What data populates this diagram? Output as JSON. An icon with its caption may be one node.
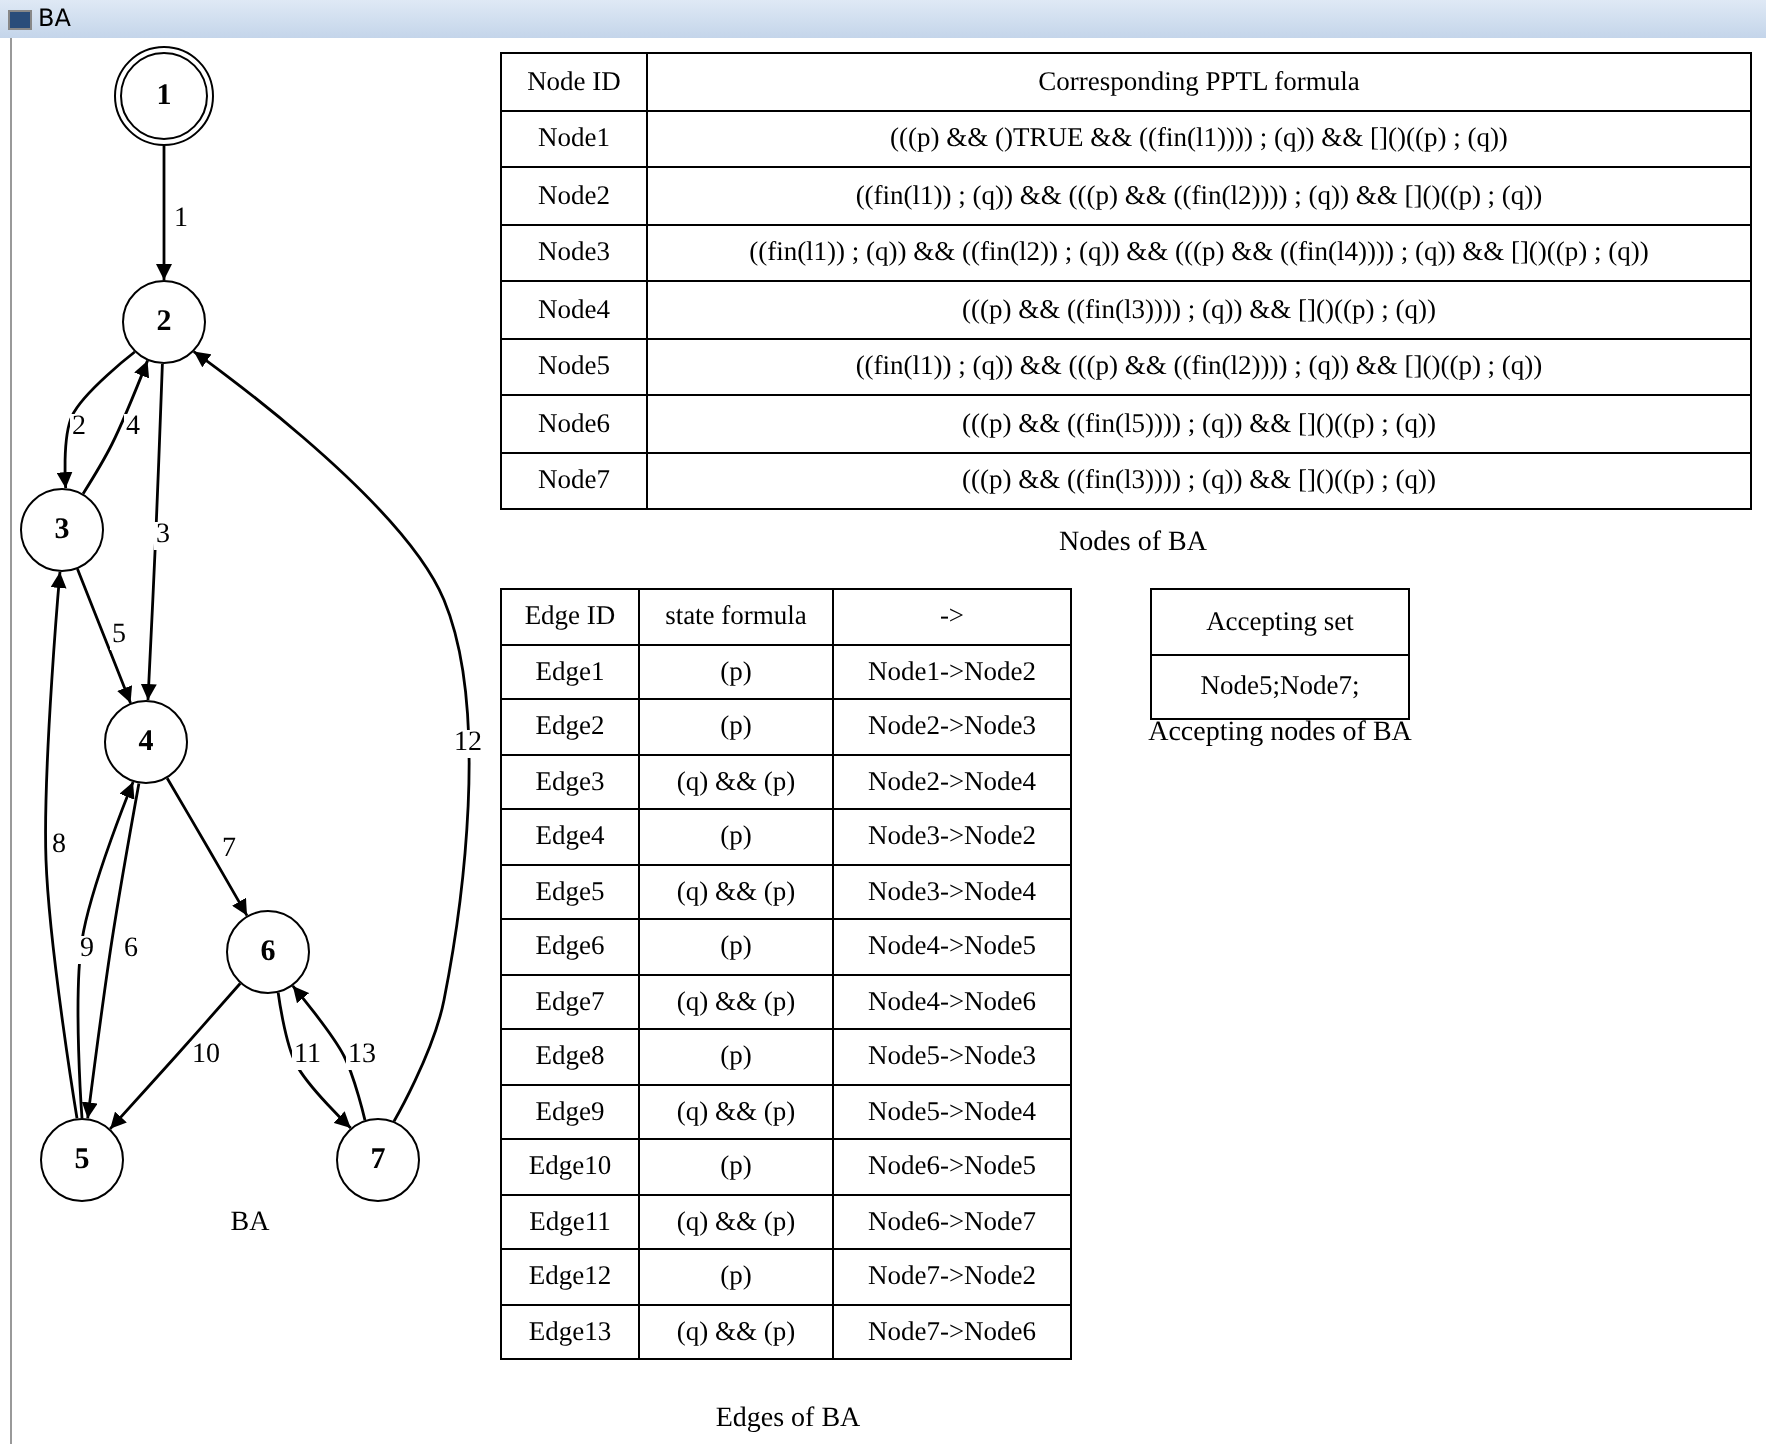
{
  "diagram": {
    "title": "BA",
    "nodes": [
      {
        "text": [
          "1"
        ]
      },
      {
        "text": [
          "2"
        ]
      },
      {
        "text": [
          "3"
        ]
      },
      {
        "text": [
          "4"
        ]
      },
      {
        "text": [
          "5"
        ]
      },
      {
        "text": [
          "6"
        ]
      },
      {
        "text": [
          "7"
        ]
      }
    ],
    "edges": [
      {
        "from": 0,
        "to": 1,
        "arrow": "to",
        "label": "1"
      },
      {
        "from": 1,
        "to": 2,
        "arrow": "to",
        "label": "2"
      },
      {
        "from": 1,
        "to": 3,
        "arrow": "to",
        "label": "3"
      },
      {
        "from": 2,
        "to": 1,
        "arrow": "to",
        "label": "4"
      },
      {
        "from": 2,
        "to": 3,
        "arrow": "to",
        "label": "5"
      },
      {
        "from": 3,
        "to": 4,
        "arrow": "to",
        "label": "6"
      },
      {
        "from": 3,
        "to": 5,
        "arrow": "to",
        "label": "7"
      },
      {
        "from": 4,
        "to": 2,
        "arrow": "to",
        "label": "8"
      },
      {
        "from": 4,
        "to": 3,
        "arrow": "to",
        "label": "9"
      },
      {
        "from": 5,
        "to": 4,
        "arrow": "to",
        "label": "10"
      },
      {
        "from": 5,
        "to": 6,
        "arrow": "to",
        "label": "11"
      },
      {
        "from": 6,
        "to": 1,
        "arrow": "to",
        "label": "12"
      },
      {
        "from": 6,
        "to": 5,
        "arrow": "to",
        "label": "13"
      }
    ],
    "labels": [
      "Node ID",
      "Corresponding PPTL formula",
      "Node1",
      "(((p) && ()TRUE && ((fin(l1)))) ; (q)) && []()((p) ; (q))",
      "Node2",
      "((fin(l1)) ; (q)) && (((p) && ((fin(l2)))) ; (q)) && []()((p) ; (q))",
      "Node3",
      "((fin(l1)) ; (q)) && ((fin(l2)) ; (q)) && (((p) && ((fin(l4)))) ; (q)) && []()((p) ; (q))",
      "Node4",
      "(((p) && ((fin(l3)))) ; (q)) && []()((p) ; (q))",
      "Node5",
      "((fin(l1)) ; (q)) && (((p) && ((fin(l2)))) ; (q)) && []()((p) ; (q))",
      "Node6",
      "(((p) && ((fin(l5)))) ; (q)) && []()((p) ; (q))",
      "Node7",
      "(((p) && ((fin(l3)))) ; (q)) && []()((p) ; (q))",
      "Nodes of BA",
      "Edge ID",
      "state formula",
      "->",
      "Edge1",
      "(p)",
      "Node1->Node2",
      "Edge2",
      "(p)",
      "Node2->Node3",
      "Edge3",
      "(q) && (p)",
      "Node2->Node4",
      "Edge4",
      "(p)",
      "Node3->Node2",
      "Edge5",
      "(q) && (p)",
      "Node3->Node4",
      "Edge6",
      "(p)",
      "Node4->Node5",
      "Edge7",
      "(q) && (p)",
      "Node4->Node6",
      "Edge8",
      "(p)",
      "Node5->Node3",
      "Edge9",
      "(q) && (p)",
      "Node5->Node4",
      "Edge10",
      "(p)",
      "Node6->Node5",
      "Edge11",
      "(q) && (p)",
      "Node6->Node7",
      "Edge12",
      "(p)",
      "Node7->Node2",
      "Edge13",
      "(q) && (p)",
      "Node7->Node6",
      "Edges of BA",
      "Accepting set",
      "Node5;Node7;",
      "Accepting nodes of BA",
      "BA"
    ]
  }
}
